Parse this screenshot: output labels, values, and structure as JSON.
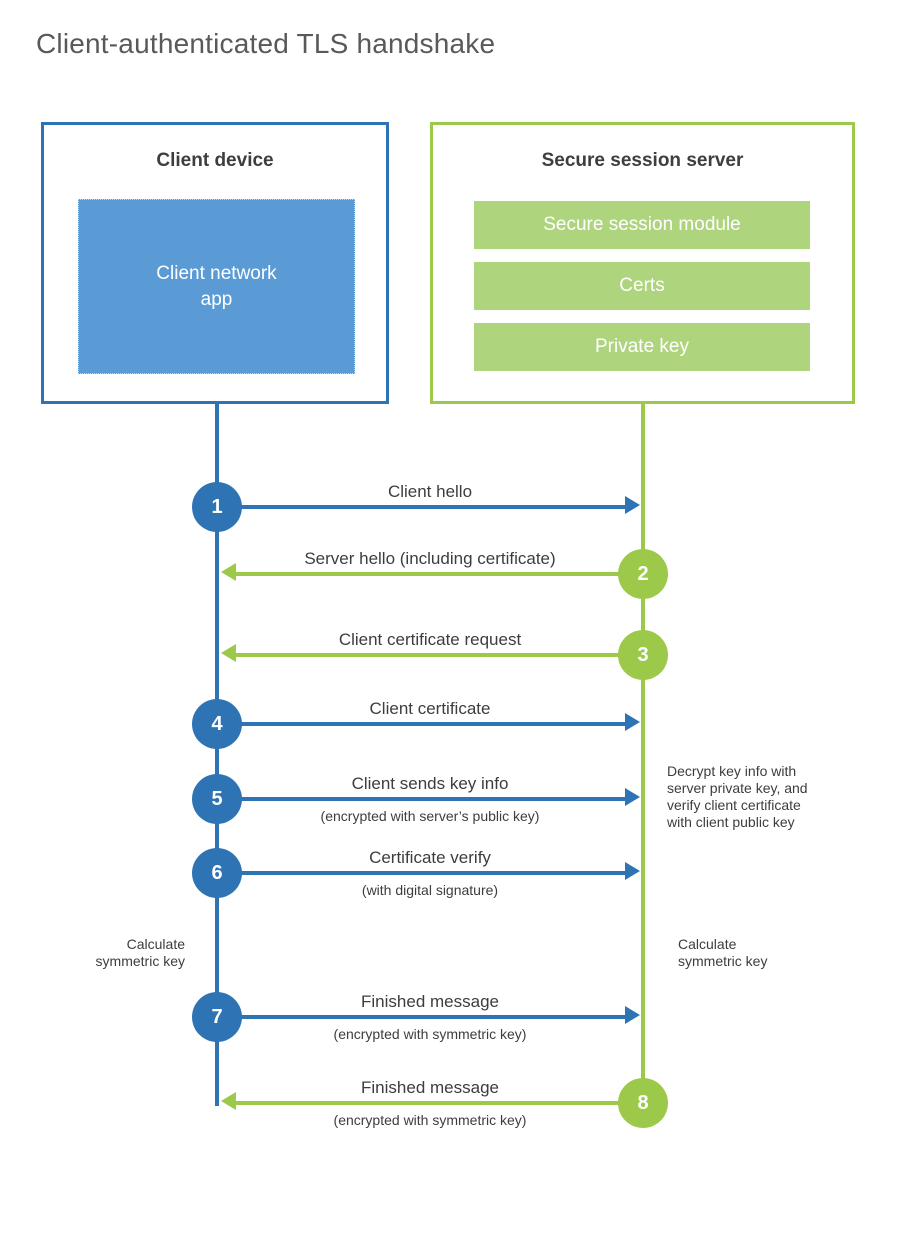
{
  "title": "Client-authenticated TLS handshake",
  "client_box": {
    "title": "Client device",
    "app": "Client network app"
  },
  "server_box": {
    "title": "Secure session server",
    "modules": [
      "Secure session module",
      "Certs",
      "Private key"
    ]
  },
  "steps": [
    {
      "number": "1",
      "label": "Client hello",
      "direction": "right",
      "actor": "client"
    },
    {
      "number": "2",
      "label": "Server hello (including certificate)",
      "direction": "left",
      "actor": "server"
    },
    {
      "number": "3",
      "label": "Client certificate request",
      "direction": "left",
      "actor": "server"
    },
    {
      "number": "4",
      "label": "Client certificate",
      "direction": "right",
      "actor": "client"
    },
    {
      "number": "5",
      "label": "Client sends key info",
      "sublabel": "(encrypted with server’s public key)",
      "direction": "right",
      "actor": "client"
    },
    {
      "number": "6",
      "label": "Certificate verify",
      "sublabel": "(with digital signature)",
      "direction": "right",
      "actor": "client"
    },
    {
      "number": "7",
      "label": "Finished message",
      "sublabel": "(encrypted with symmetric key)",
      "direction": "right",
      "actor": "client"
    },
    {
      "number": "8",
      "label": "Finished message",
      "sublabel": "(encrypted with symmetric key)",
      "direction": "left",
      "actor": "server"
    }
  ],
  "annotations": {
    "decrypt_note": "Decrypt key info with server private key, and verify client certificate with client public key",
    "calculate_left": "Calculate symmetric key",
    "calculate_right": "Calculate symmetric key"
  },
  "colors": {
    "blue": "#2e74b5",
    "blue-fill": "#5b9bd5",
    "green": "#9cc94a",
    "green-fill": "#aed57e",
    "text-dark": "#3d3d3d",
    "title-gray": "#58595b"
  }
}
